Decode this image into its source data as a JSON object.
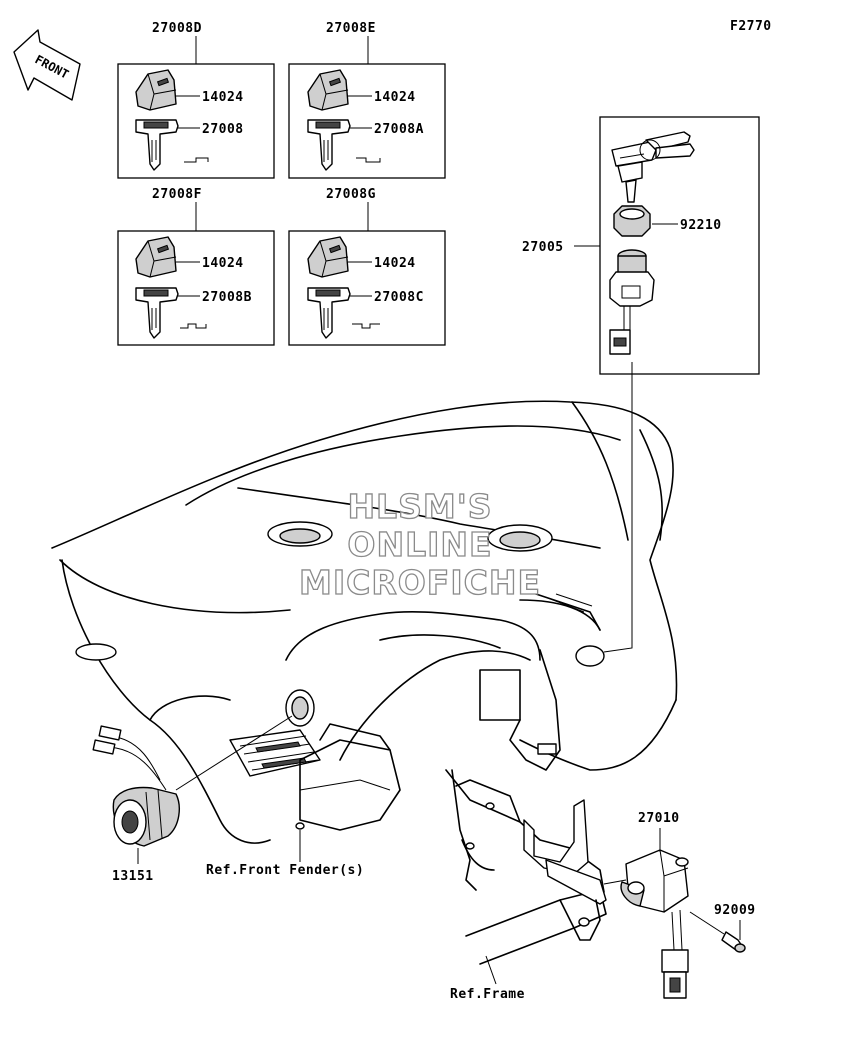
{
  "figure_code": "F2770",
  "front_label": "FRONT",
  "watermark": [
    "HLSM'S",
    "ONLINE",
    "MICROFICHE"
  ],
  "key_sets": [
    {
      "header": "27008D",
      "cap_part": "14024",
      "key_part": "27008"
    },
    {
      "header": "27008E",
      "cap_part": "14024",
      "key_part": "27008A"
    },
    {
      "header": "27008F",
      "cap_part": "14024",
      "key_part": "27008B"
    },
    {
      "header": "27008G",
      "cap_part": "14024",
      "key_part": "27008C"
    }
  ],
  "switch_assembly": {
    "part": "27005",
    "nut_part": "92210"
  },
  "callouts": {
    "socket": "13151",
    "bracket_switch": "27010",
    "screw": "92009",
    "ref_front_fender": "Ref.Front Fender(s)",
    "ref_frame": "Ref.Frame"
  }
}
